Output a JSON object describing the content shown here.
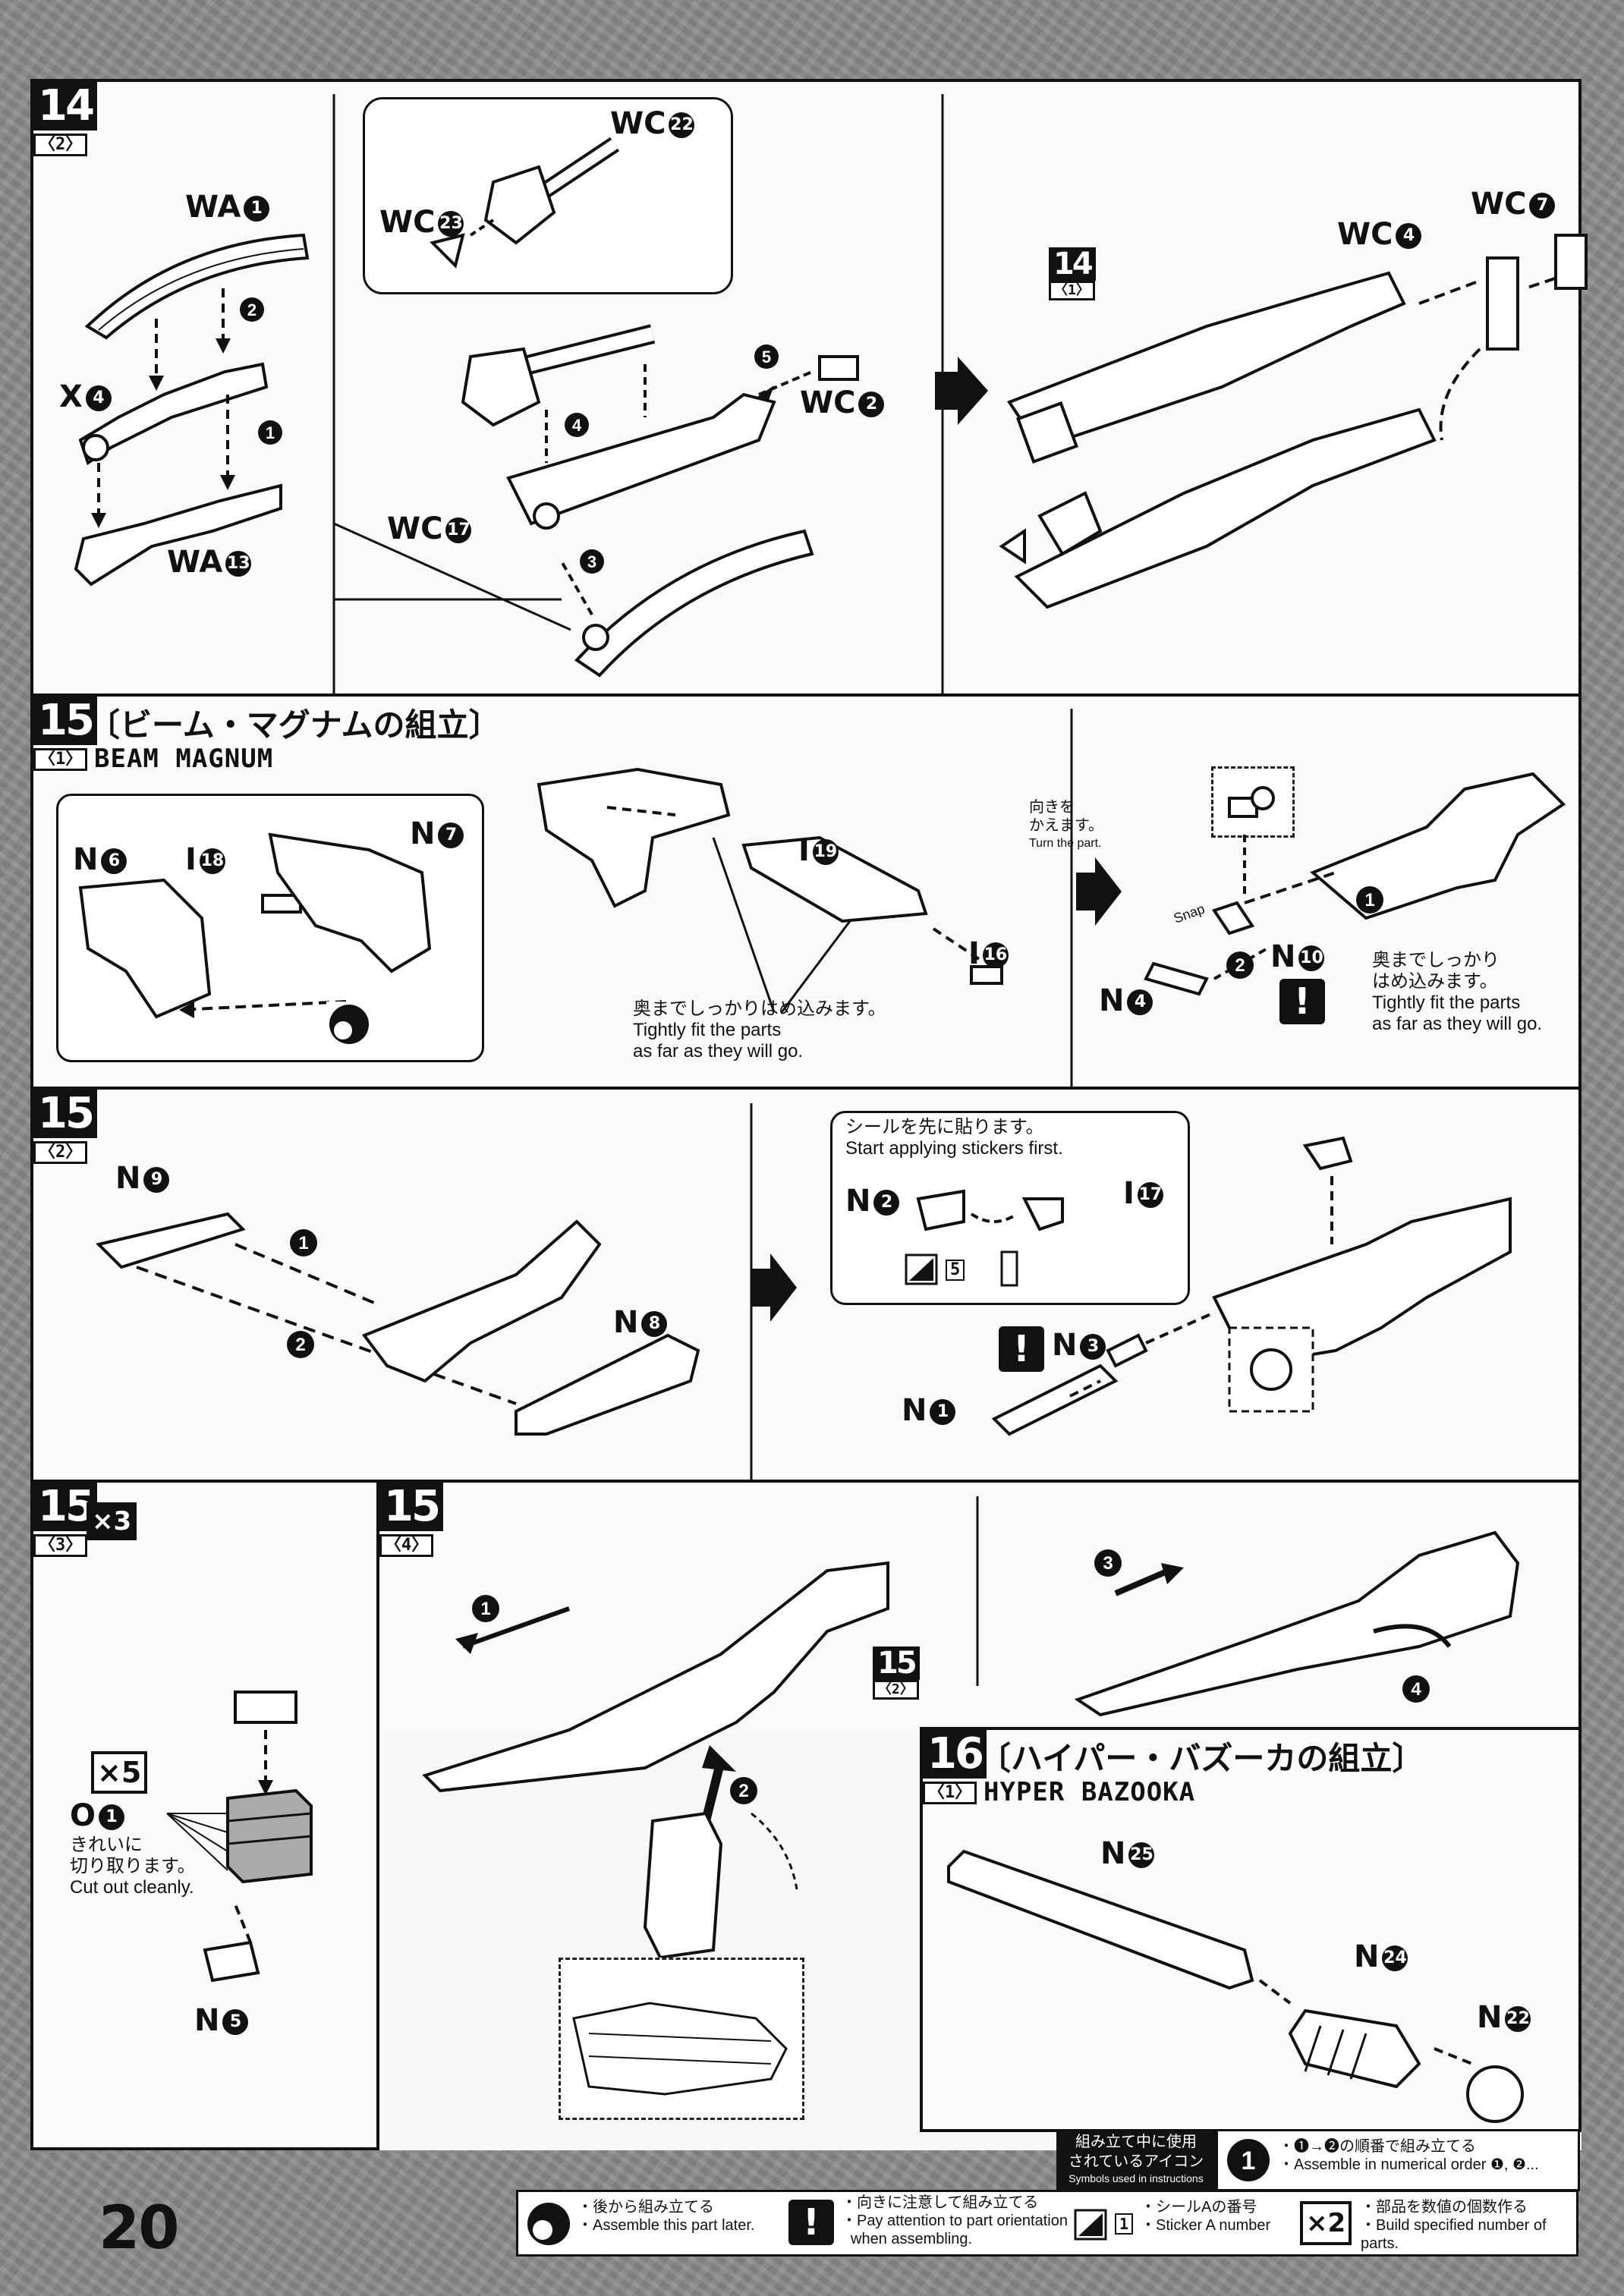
{
  "page_number": "20",
  "steps": {
    "s14_2": {
      "num": "14",
      "sub": "〈2〉",
      "labels": {
        "wa1": "WA",
        "x4": "X",
        "wa13": "WA",
        "wc22": "WC",
        "wc23": "WC",
        "wc17": "WC",
        "wc2": "WC",
        "wc4": "WC",
        "wc7": "WC"
      },
      "nums": {
        "wa1": "1",
        "x4": "4",
        "wa13": "13",
        "wc22": "22",
        "wc23": "23",
        "wc17": "17",
        "wc2": "2",
        "wc4": "4",
        "wc7": "7"
      },
      "ref_step": "14",
      "ref_sub": "〈1〉"
    },
    "s15_1": {
      "num": "15",
      "sub": "〈1〉",
      "title_jp": "〔ビーム・マグナムの組立〕",
      "title_en": "BEAM MAGNUM",
      "labels": {
        "n6": "N",
        "i18": "I",
        "n7": "N",
        "i19": "I",
        "i16": "I",
        "n4": "N",
        "n10": "N"
      },
      "nums": {
        "n6": "6",
        "i18": "18",
        "n7": "7",
        "i19": "19",
        "i16": "16",
        "n4": "4",
        "n10": "10"
      },
      "note_fit_jp": "奥までしっかりはめ込みます。",
      "note_fit_en1": "Tightly fit the parts",
      "note_fit_en2": "as far as they will go.",
      "turn_jp1": "向きを",
      "turn_jp2": "かえます。",
      "turn_en": "Turn the part.",
      "note_fit2_jp1": "奥までしっかり",
      "note_fit2_jp2": "はめ込みます。",
      "note_fit2_en1": "Tightly fit the parts",
      "note_fit2_en2": "as far as they will go.",
      "snap": "Snap"
    },
    "s15_2": {
      "num": "15",
      "sub": "〈2〉",
      "labels": {
        "n9": "N",
        "n8": "N",
        "n2": "N",
        "i17": "I",
        "n3": "N",
        "n1": "N"
      },
      "nums": {
        "n9": "9",
        "n8": "8",
        "n2": "2",
        "i17": "17",
        "n3": "3",
        "n1": "1"
      },
      "sticker_jp": "シールを先に貼ります。",
      "sticker_en": "Start applying stickers first.",
      "sticker_no": "5"
    },
    "s15_3": {
      "num": "15",
      "sub": "〈3〉",
      "mult": "×3",
      "mult5": "×5",
      "o1": "O",
      "o1_num": "1",
      "n5": "N",
      "n5_num": "5",
      "cut_jp1": "きれいに",
      "cut_jp2": "切り取ります。",
      "cut_en": "Cut out cleanly."
    },
    "s15_4": {
      "num": "15",
      "sub": "〈4〉",
      "ref_step": "15",
      "ref_sub": "〈2〉"
    },
    "s16_1": {
      "num": "16",
      "sub": "〈1〉",
      "title_jp": "〔ハイパー・バズーカの組立〕",
      "title_en": "HYPER BAZOOKA",
      "labels": {
        "n25": "N",
        "n24": "N",
        "n22": "N"
      },
      "nums": {
        "n25": "25",
        "n24": "24",
        "n22": "22"
      }
    }
  },
  "legend": {
    "head_jp1": "組み立て中に使用",
    "head_jp2": "されているアイコン",
    "head_en": "Symbols used in instructions",
    "order_jp": "・❶→❷の順番で組み立てる",
    "order_en": "・Assemble in numerical order ❶, ❷...",
    "later_jp": "・後から組み立てる",
    "later_en": "・Assemble this part later.",
    "orient_jp": "・向きに注意して組み立てる",
    "orient_en1": "・Pay attention to part orientation",
    "orient_en2": "when assembling.",
    "sticker_jp": "・シールAの番号",
    "sticker_en": "・Sticker A number",
    "sticker_box": "1",
    "mult_jp": "・部品を数値の個数作る",
    "mult_en": "・Build specified number of parts.",
    "mult_box": "×2"
  },
  "colors": {
    "ink": "#111111",
    "paper": "#f7f7f5",
    "background": "#8a8a8a"
  }
}
